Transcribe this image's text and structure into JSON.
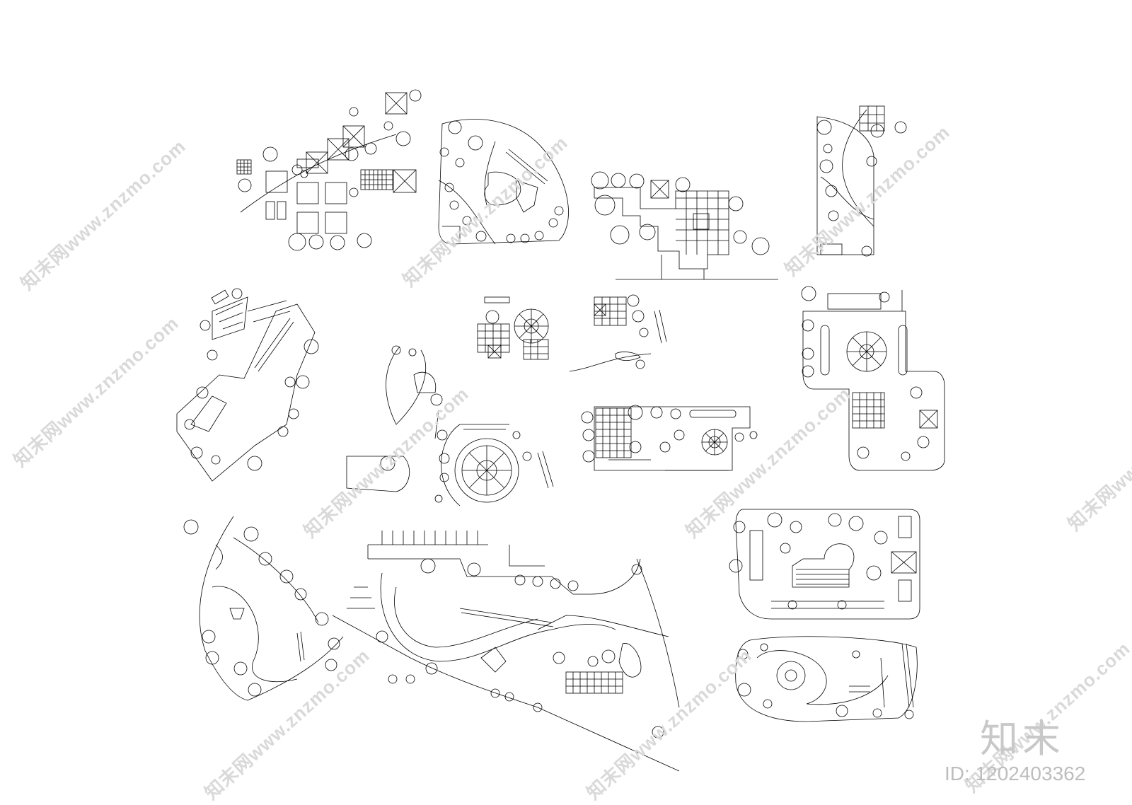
{
  "watermark": {
    "text": "知末网www.znzmo.com"
  },
  "brand": {
    "logo_text": "知末",
    "id_label": "ID: 1202403362"
  },
  "colors": {
    "line": "#000000",
    "watermark": "#d9d9d9",
    "background": "#ffffff"
  },
  "drawing": {
    "sheet_count": 13
  }
}
